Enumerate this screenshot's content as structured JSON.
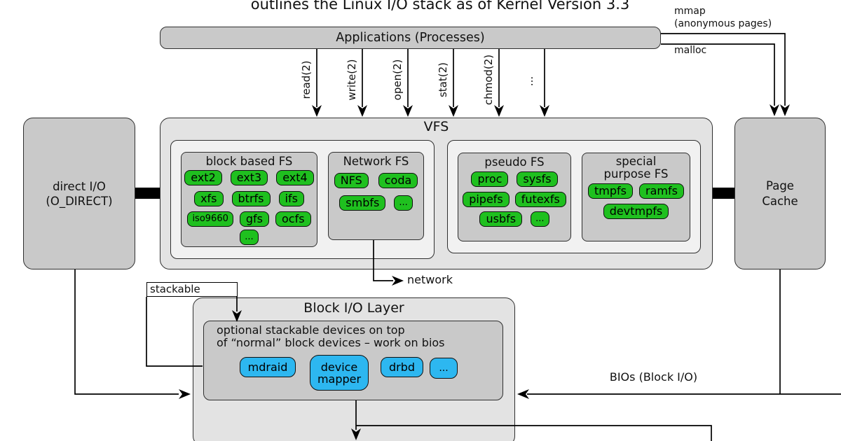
{
  "title": "outlines the Linux I/O stack as of Kernel Version 3.3",
  "colors": {
    "pill_green": "#1fc01f",
    "pill_blue": "#2db7f0",
    "box_gray": "#c9c9c9",
    "layer_gray": "#e3e3e3",
    "subpanel_gray": "#f1f1f1",
    "line": "#000000"
  },
  "applications": {
    "label": "Applications (Processes)"
  },
  "syscalls": [
    "read(2)",
    "write(2)",
    "open(2)",
    "stat(2)",
    "chmod(2)",
    "..."
  ],
  "memory": {
    "mmap": "mmap",
    "mmap_note": "(anonymous pages)",
    "malloc": "malloc"
  },
  "direct_io": {
    "line1": "direct I/O",
    "line2": "(O_DIRECT)"
  },
  "page_cache": {
    "line1": "Page",
    "line2": "Cache"
  },
  "vfs": {
    "title": "VFS",
    "block_based": {
      "title": "block based FS",
      "rows": [
        [
          "ext2",
          "ext3",
          "ext4"
        ],
        [
          "xfs",
          "btrfs",
          "ifs"
        ],
        [
          "iso9660",
          "gfs",
          "ocfs"
        ],
        [
          "..."
        ]
      ]
    },
    "network_fs": {
      "title": "Network FS",
      "rows": [
        [
          "NFS",
          "coda"
        ],
        [
          "smbfs",
          "..."
        ]
      ]
    },
    "pseudo_fs": {
      "title": "pseudo FS",
      "rows": [
        [
          "proc",
          "sysfs"
        ],
        [
          "pipefs",
          "futexfs"
        ],
        [
          "usbfs",
          "..."
        ]
      ]
    },
    "special_fs": {
      "title_line1": "special",
      "title_line2": "purpose FS",
      "rows": [
        [
          "tmpfs",
          "ramfs"
        ],
        [
          "devtmpfs"
        ]
      ]
    }
  },
  "connectors": {
    "network": "network",
    "stackable": "stackable",
    "bios": "BIOs (Block I/O)"
  },
  "block_io": {
    "title": "Block I/O Layer",
    "note_line1": "optional stackable devices on top",
    "note_line2": "of “normal” block devices – work on bios",
    "pills": [
      {
        "label": "mdraid"
      },
      {
        "line1": "device",
        "line2": "mapper"
      },
      {
        "label": "drbd"
      },
      {
        "label": "..."
      }
    ]
  }
}
